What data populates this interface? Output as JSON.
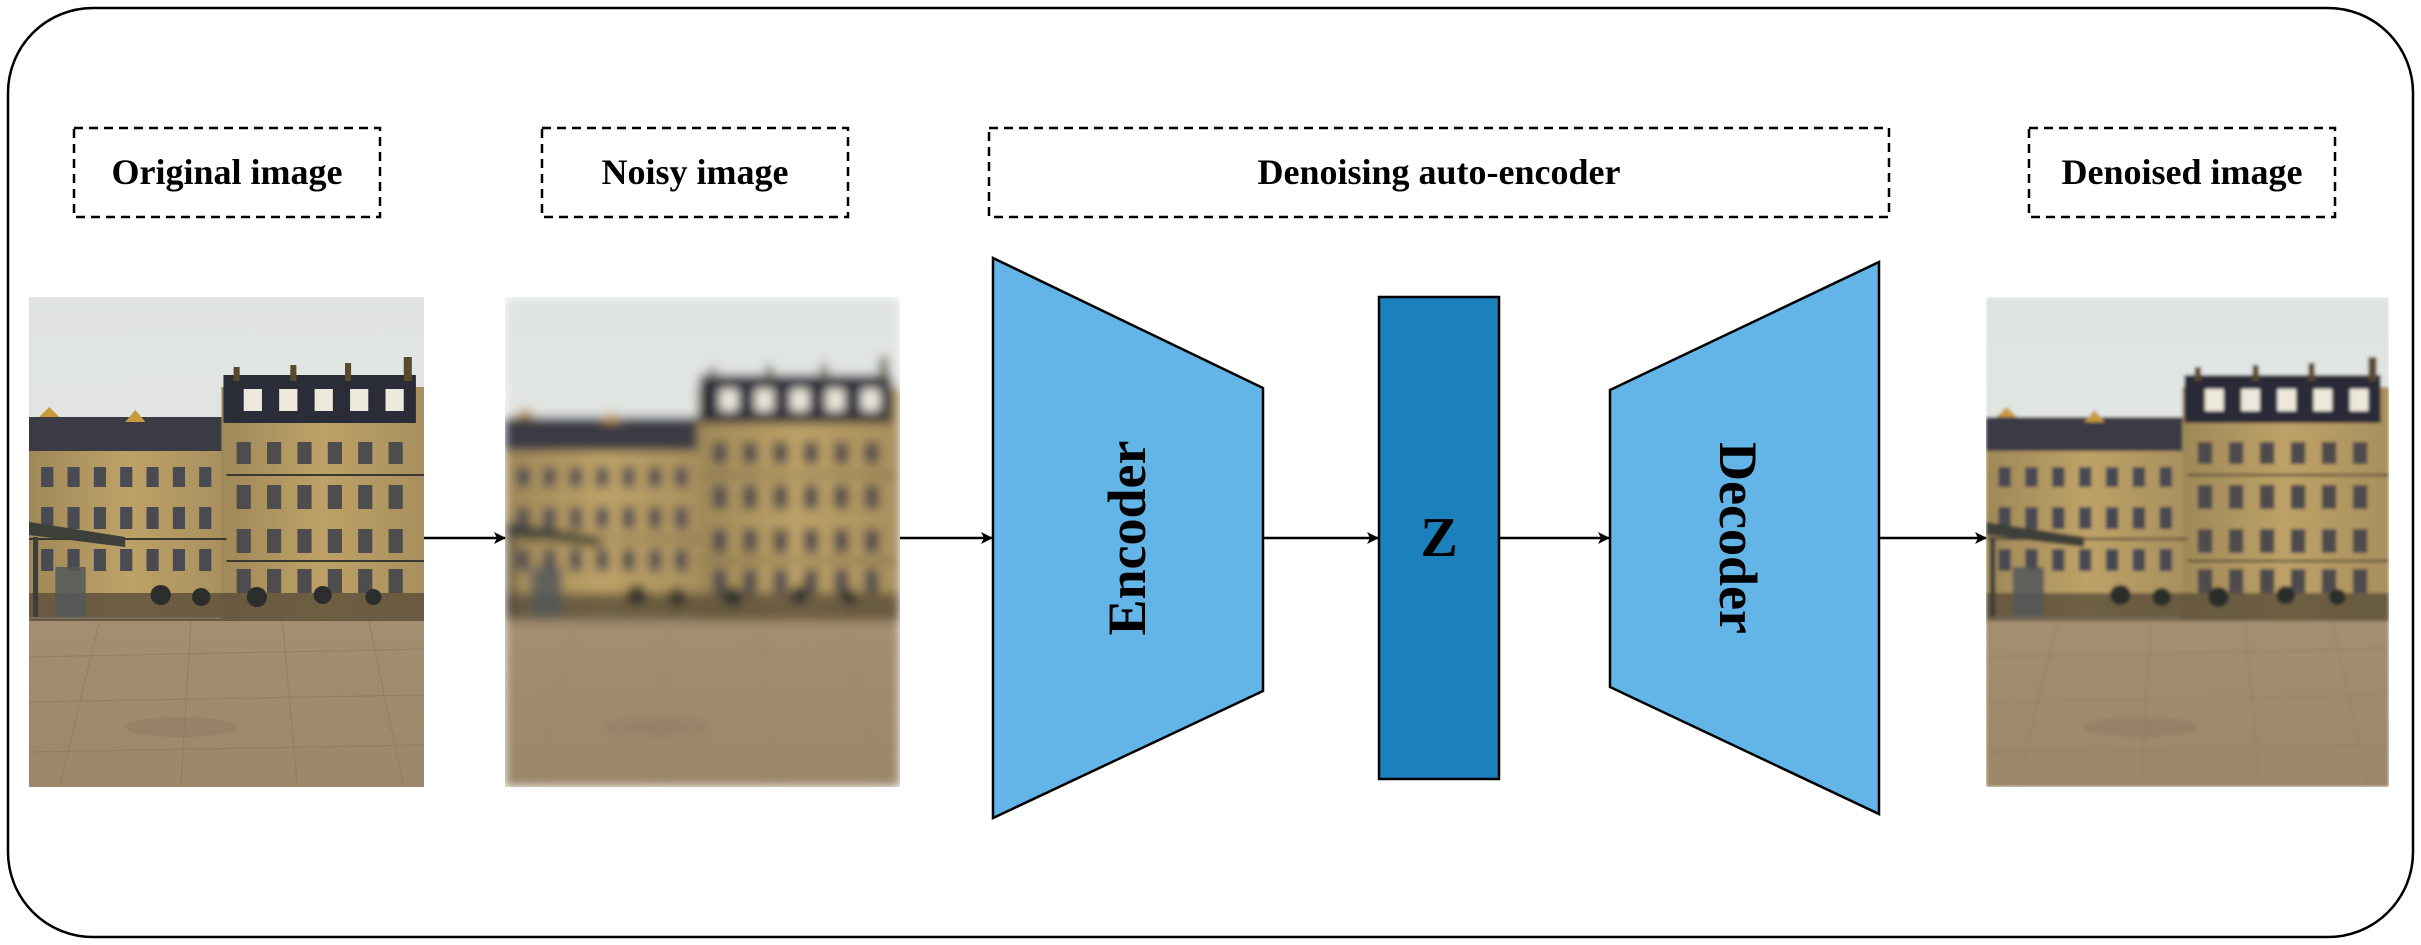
{
  "diagram": {
    "labels": {
      "original": "Original image",
      "noisy": "Noisy image",
      "dae": "Denoising auto-encoder",
      "denoised": "Denoised image"
    },
    "blocks": {
      "encoder": "Encoder",
      "latent": "Z",
      "decoder": "Decoder"
    },
    "colors": {
      "trapezoid_fill": "#63b5e8",
      "latent_fill": "#1b80bb",
      "stroke": "#000000",
      "sky": "#e3e6e4",
      "facade": "#b59b62",
      "roof": "#2c2e3b",
      "pavement": "#a38f72"
    },
    "photo_blur": {
      "original": 0,
      "noisy": 1,
      "denoised": 0.35
    }
  }
}
